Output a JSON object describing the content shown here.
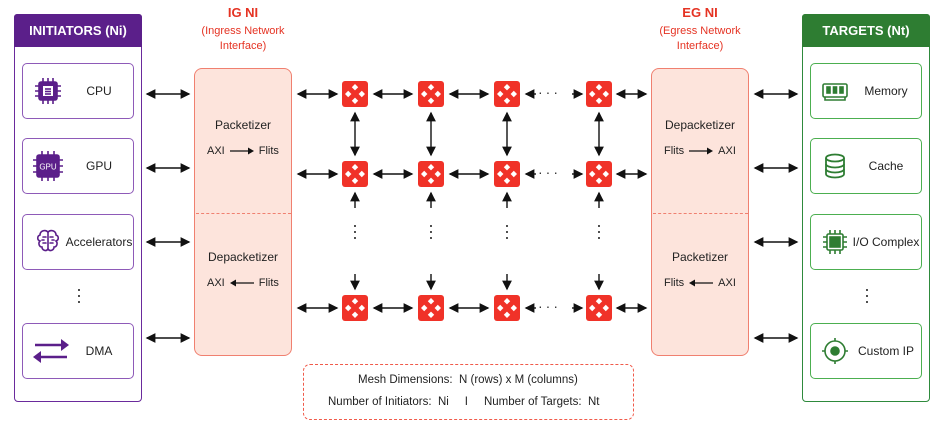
{
  "initiators": {
    "title": "INITIATORS (Ni)",
    "items": [
      {
        "label": "CPU",
        "icon": "cpu-chip-icon"
      },
      {
        "label": "GPU",
        "icon": "gpu-chip-icon",
        "icon_text": "GPU"
      },
      {
        "label": "Accelerators",
        "icon": "brain-chip-icon"
      },
      {
        "label": "DMA",
        "icon": "bidirectional-arrows-icon"
      }
    ]
  },
  "targets": {
    "title": "TARGETS (Nt)",
    "items": [
      {
        "label": "Memory",
        "icon": "memory-module-icon"
      },
      {
        "label": "Cache",
        "icon": "database-cylinder-icon"
      },
      {
        "label": "I/O Complex",
        "icon": "io-chip-icon"
      },
      {
        "label": "Custom IP",
        "icon": "custom-ip-disc-icon"
      }
    ]
  },
  "ig_ni": {
    "title": "IG NI",
    "subtitle_line1": "(Ingress Network",
    "subtitle_line2": "Interface)",
    "top_stage": {
      "name": "Packetizer",
      "from": "AXI",
      "to": "Flits"
    },
    "bottom_stage": {
      "name": "Depacketizer",
      "from": "AXI",
      "to": "Flits"
    }
  },
  "eg_ni": {
    "title": "EG NI",
    "subtitle_line1": "(Egress Network",
    "subtitle_line2": "Interface)",
    "top_stage": {
      "name": "Depacketizer",
      "from": "Flits",
      "to": "AXI"
    },
    "bottom_stage": {
      "name": "Packetizer",
      "from": "Flits",
      "to": "AXI"
    }
  },
  "mesh_info": {
    "dimensions_label": "Mesh Dimensions:",
    "dimensions_value": "N (rows) x M (columns)",
    "initiators_label": "Number of Initiators:",
    "initiators_value": "Ni",
    "separator": "I",
    "targets_label": "Number of Targets:",
    "targets_value": "Nt"
  },
  "colors": {
    "initiator_accent": "#5b1f8a",
    "target_accent": "#2e7d32",
    "ni_accent": "#e53323",
    "router": "#f03228"
  }
}
